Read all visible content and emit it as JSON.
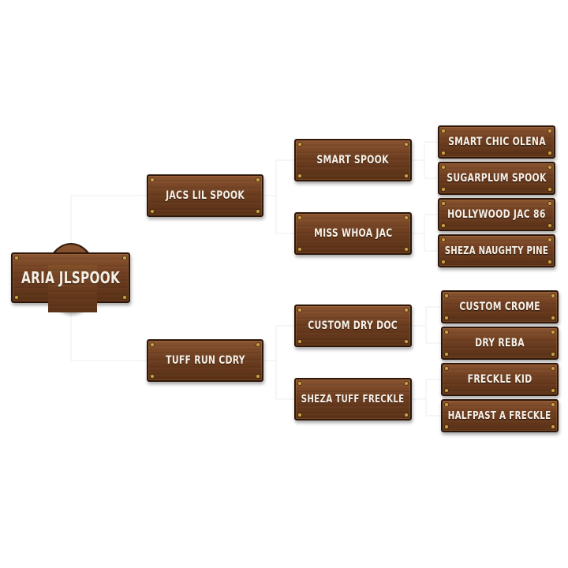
{
  "pedigree": {
    "subject": "ARIA JLSPOOK",
    "sire": "JACS LIL SPOOK",
    "dam": "TUFF RUN CDRY",
    "sire_sire": "SMART SPOOK",
    "sire_dam": "MISS WHOA JAC",
    "dam_sire": "CUSTOM DRY DOC",
    "dam_dam": "SHEZA TUFF FRECKLE",
    "sss": "SMART CHIC OLENA",
    "ssd": "SUGARPLUM SPOOK",
    "sds": "HOLLYWOOD JAC 86",
    "sdd": "SHEZA NAUGHTY PINE",
    "dss": "CUSTOM CROME",
    "dsd": "DRY REBA",
    "dds": "FRECKLE KID",
    "ddd": "HALFPAST A FRECKLE"
  },
  "colors": {
    "wood_light": "#8a5430",
    "wood_dark": "#5a3116",
    "border": "#2e1709",
    "nail": "#c9a542",
    "text": "#f6efe6"
  }
}
